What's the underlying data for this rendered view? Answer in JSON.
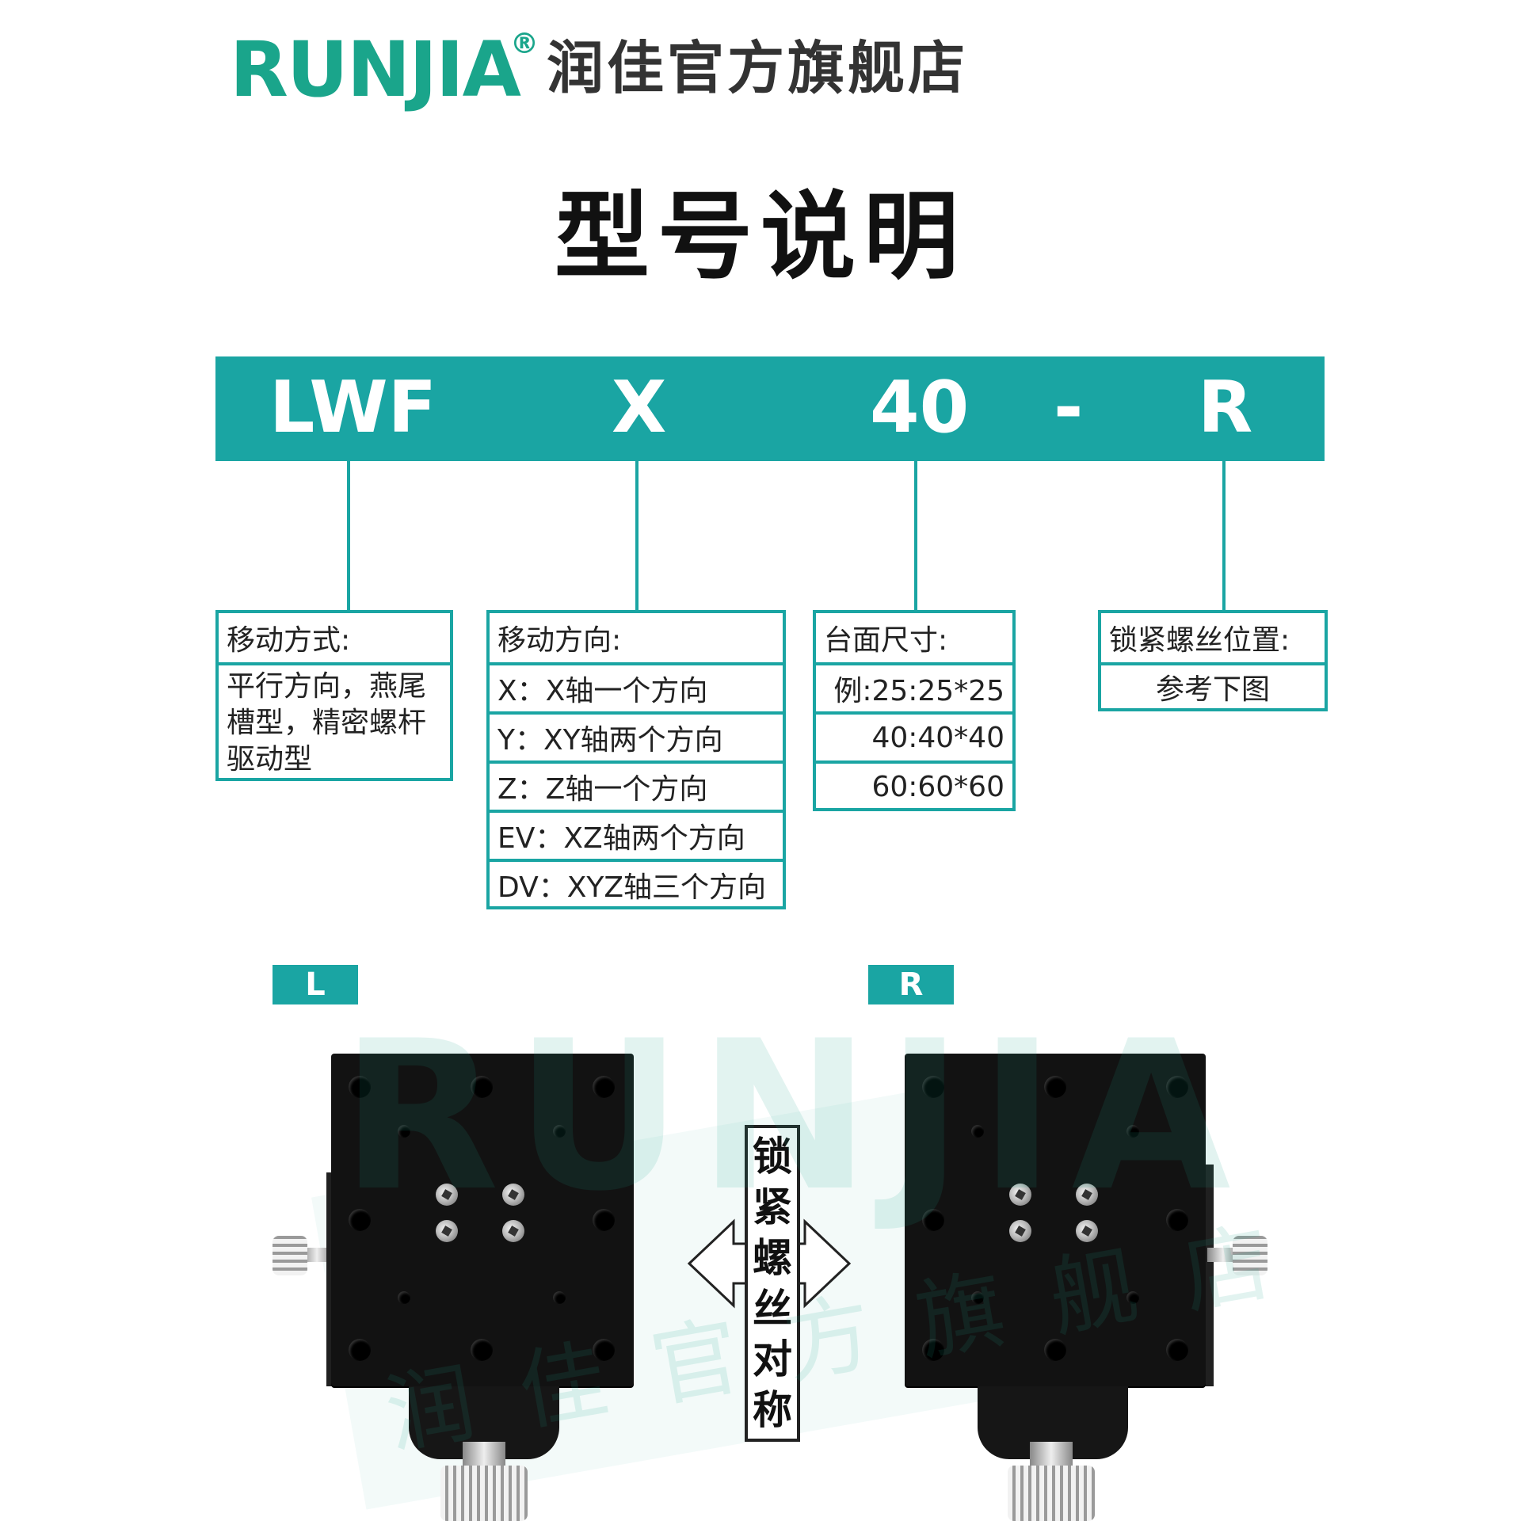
{
  "brand": {
    "name": "RUNJIA",
    "registered": "®",
    "store": "润佳官方旗舰店"
  },
  "title": "型号说明",
  "code": {
    "part1": "LWF",
    "part2": "X",
    "part3": "40",
    "sep": "-",
    "part4": "R"
  },
  "boxes": {
    "mode": {
      "header": "移动方式:",
      "desc": "平行方向，燕尾槽型，精密螺杆驱动型"
    },
    "direction": {
      "header": "移动方向:",
      "rows": [
        "X：X轴一个方向",
        "Y：XY轴两个方向",
        "Z：Z轴一个方向",
        "EV：XZ轴两个方向",
        "DV：XYZ轴三个方向"
      ]
    },
    "size": {
      "header": "台面尺寸:",
      "rows": [
        "例:25:25*25",
        "40:40*40",
        "60:60*60"
      ]
    },
    "lock": {
      "header": "锁紧螺丝位置:",
      "row": "参考下图"
    }
  },
  "tags": {
    "left": "L",
    "right": "R"
  },
  "symmetry_label": "锁紧螺丝对称",
  "watermark": {
    "main": "RUNJIA",
    "sub": "润佳官方旗舰店"
  },
  "colors": {
    "teal": "#1aa5a3",
    "brand": "#1aa58b",
    "plate": "#121212"
  }
}
